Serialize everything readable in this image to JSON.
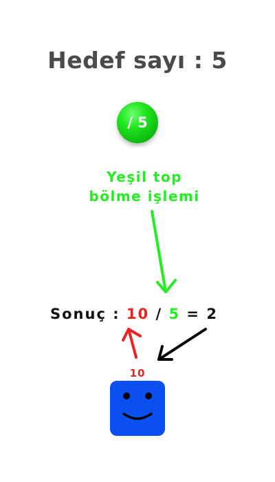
{
  "game": {
    "title": "Hedef sayı : 5",
    "ball": {
      "label": "/ 5",
      "color": "#22ee22"
    },
    "caption": {
      "line1": "Yeşil top",
      "line2": "bölme işlemi"
    },
    "result": {
      "label": "Sonuç :",
      "operand1": "10",
      "operator": "/",
      "operand2": "5",
      "equals": "=",
      "answer": "2"
    },
    "player": {
      "value": "10",
      "color": "#0a4ff0"
    },
    "colors": {
      "green": "#22ee22",
      "red": "#ee2222",
      "dark": "#111111",
      "title": "#4a4a4a"
    }
  }
}
